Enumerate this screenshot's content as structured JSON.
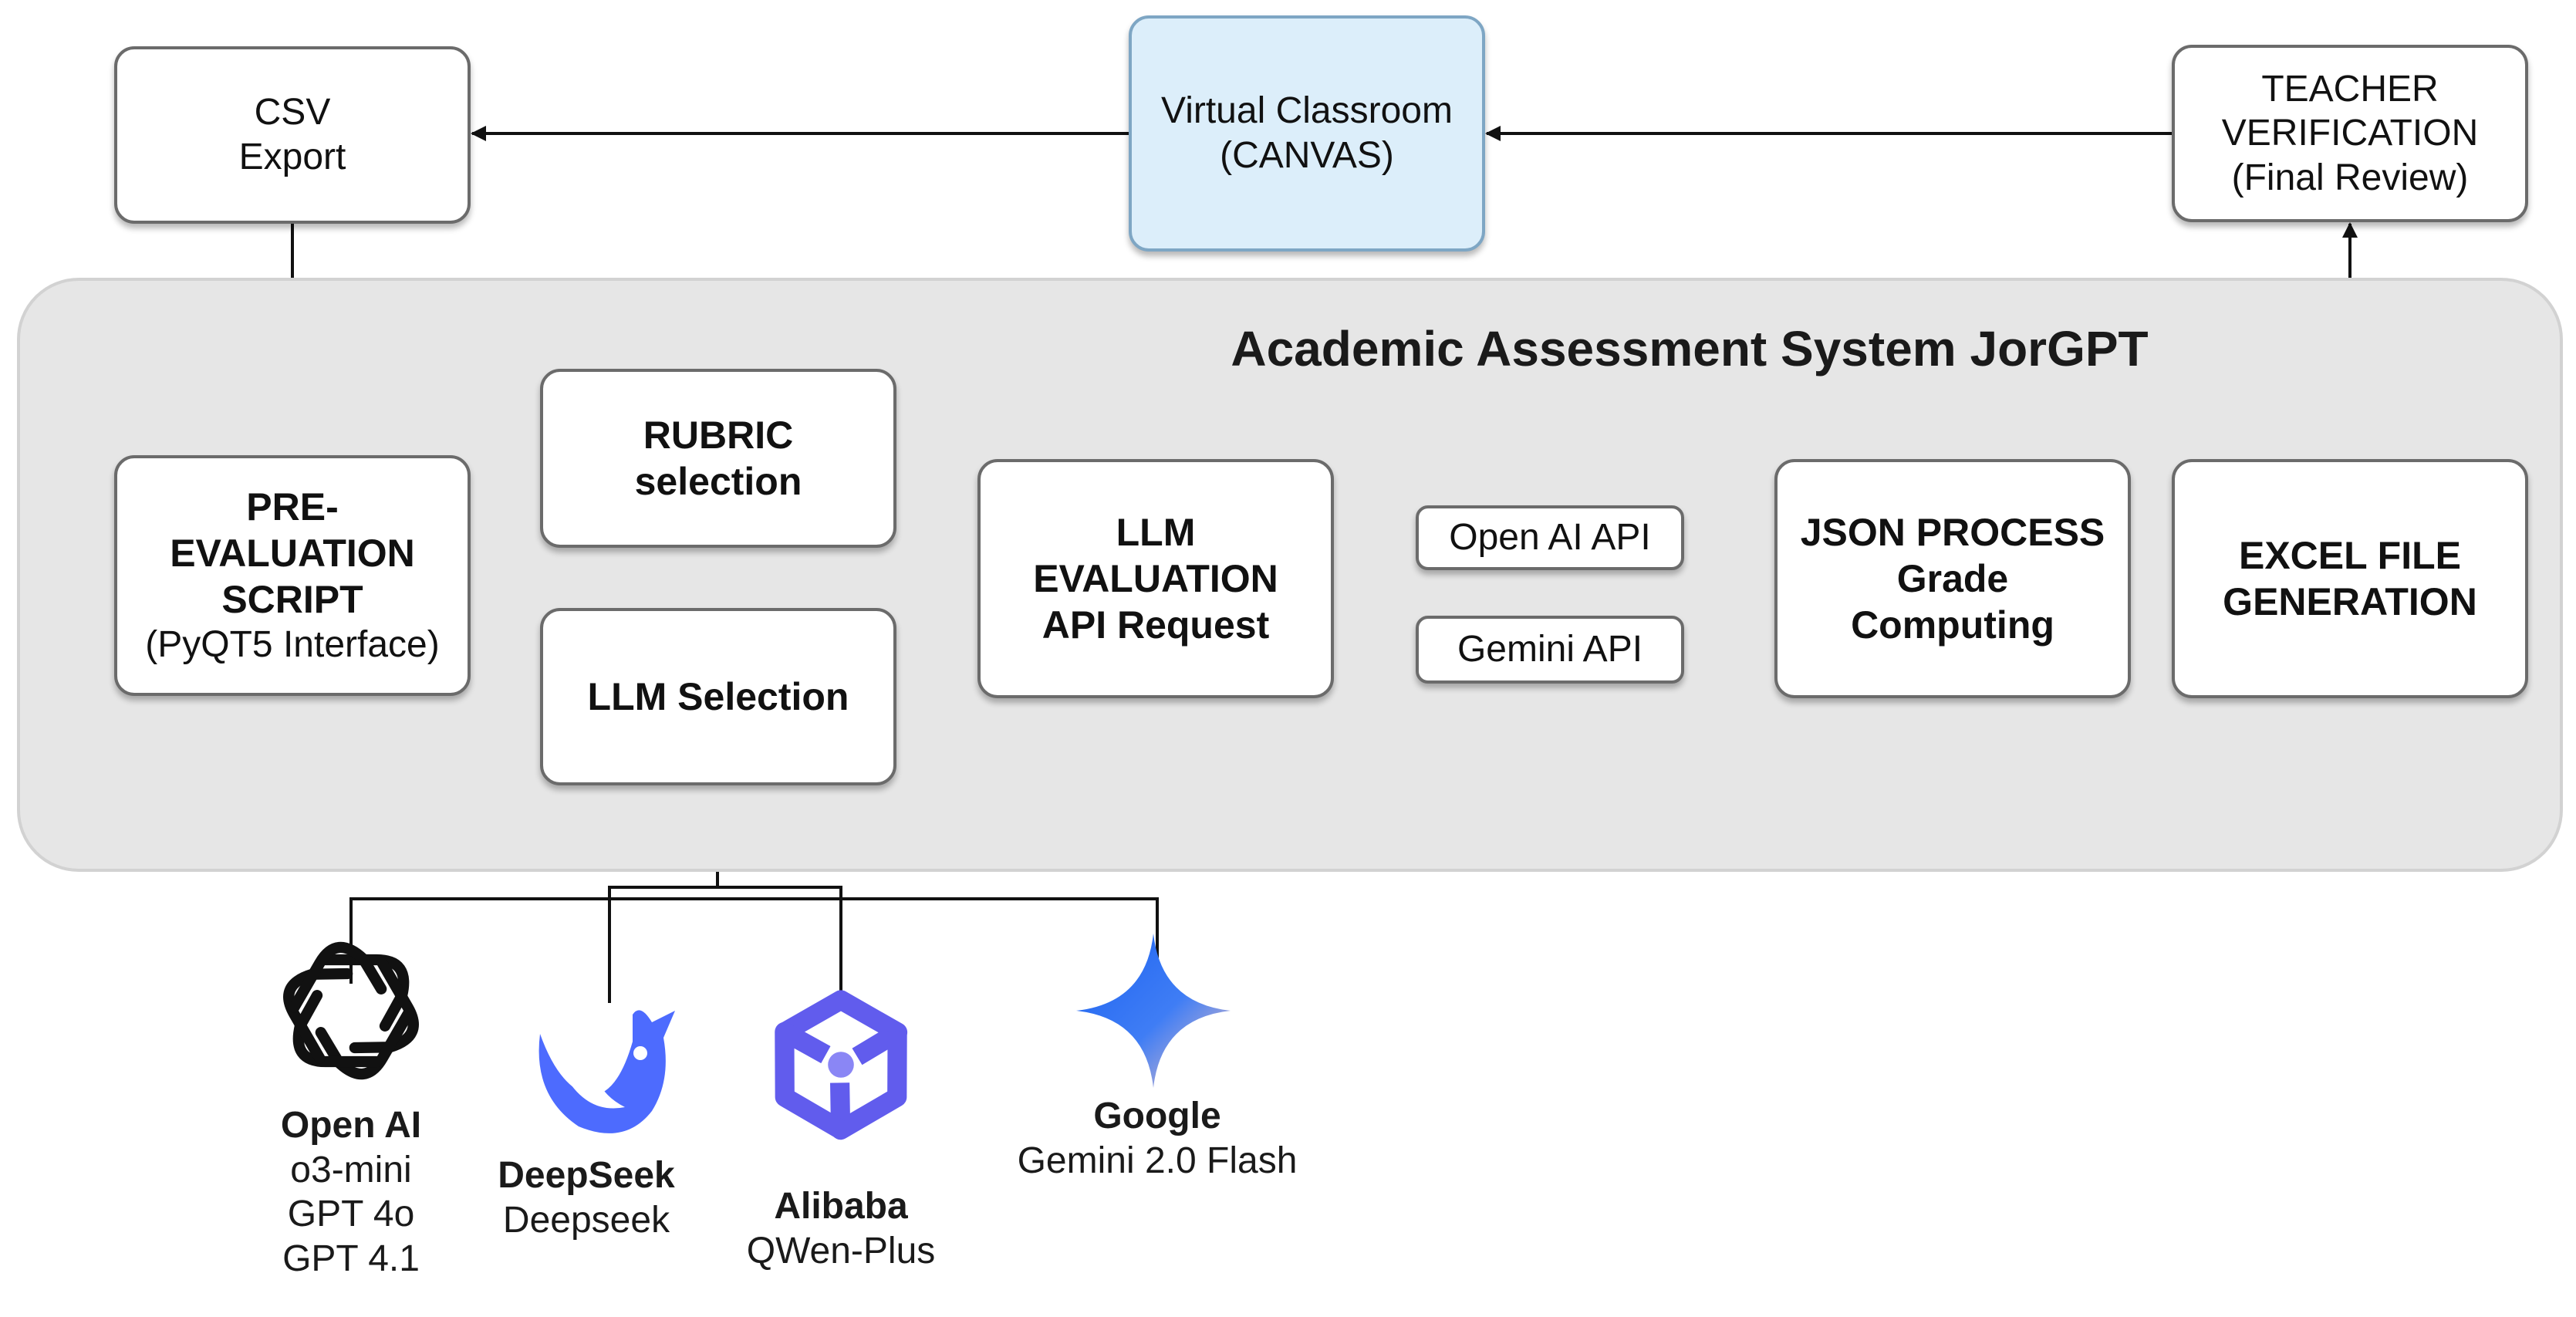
{
  "title": "Academic Assessment System JorGPT",
  "nodes": {
    "csv_export": [
      "CSV",
      "Export"
    ],
    "virtual_classroom": [
      "Virtual Classroom",
      "(CANVAS)"
    ],
    "teacher_verification": [
      "TEACHER",
      "VERIFICATION",
      "(Final Review)"
    ],
    "pre_evaluation": {
      "bold": [
        "PRE-",
        "EVALUATION",
        "SCRIPT"
      ],
      "regular": "(PyQT5 Interface)"
    },
    "rubric_selection": [
      "RUBRIC",
      "selection"
    ],
    "llm_selection": "LLM Selection",
    "llm_evaluation": [
      "LLM",
      "EVALUATION",
      "API Request"
    ],
    "openai_api": "Open AI API",
    "gemini_api": "Gemini API",
    "json_process": [
      "JSON PROCESS",
      "Grade",
      "Computing"
    ],
    "excel_generation": [
      "EXCEL FILE",
      "GENERATION"
    ]
  },
  "vendors": [
    {
      "name": "Open AI",
      "models": [
        "o3-mini",
        "GPT 4o",
        "GPT 4.1"
      ],
      "icon": "openai-logo-icon"
    },
    {
      "name": "DeepSeek",
      "models": [
        "Deepseek"
      ],
      "icon": "deepseek-whale-icon"
    },
    {
      "name": "Alibaba",
      "models": [
        "QWen-Plus"
      ],
      "icon": "qwen-logo-icon"
    },
    {
      "name": "Google",
      "models": [
        "Gemini 2.0 Flash"
      ],
      "icon": "gemini-star-icon"
    }
  ],
  "colors": {
    "canvas_fill": "#dceefa",
    "canvas_border": "#7ea6c4",
    "region_fill": "#e6e6e6",
    "box_border": "#6b6b6b",
    "deepseek": "#4d6bfe",
    "qwen": "#615ced",
    "gemini_start": "#1c62f0",
    "gemini_end": "#f2c6c2"
  }
}
